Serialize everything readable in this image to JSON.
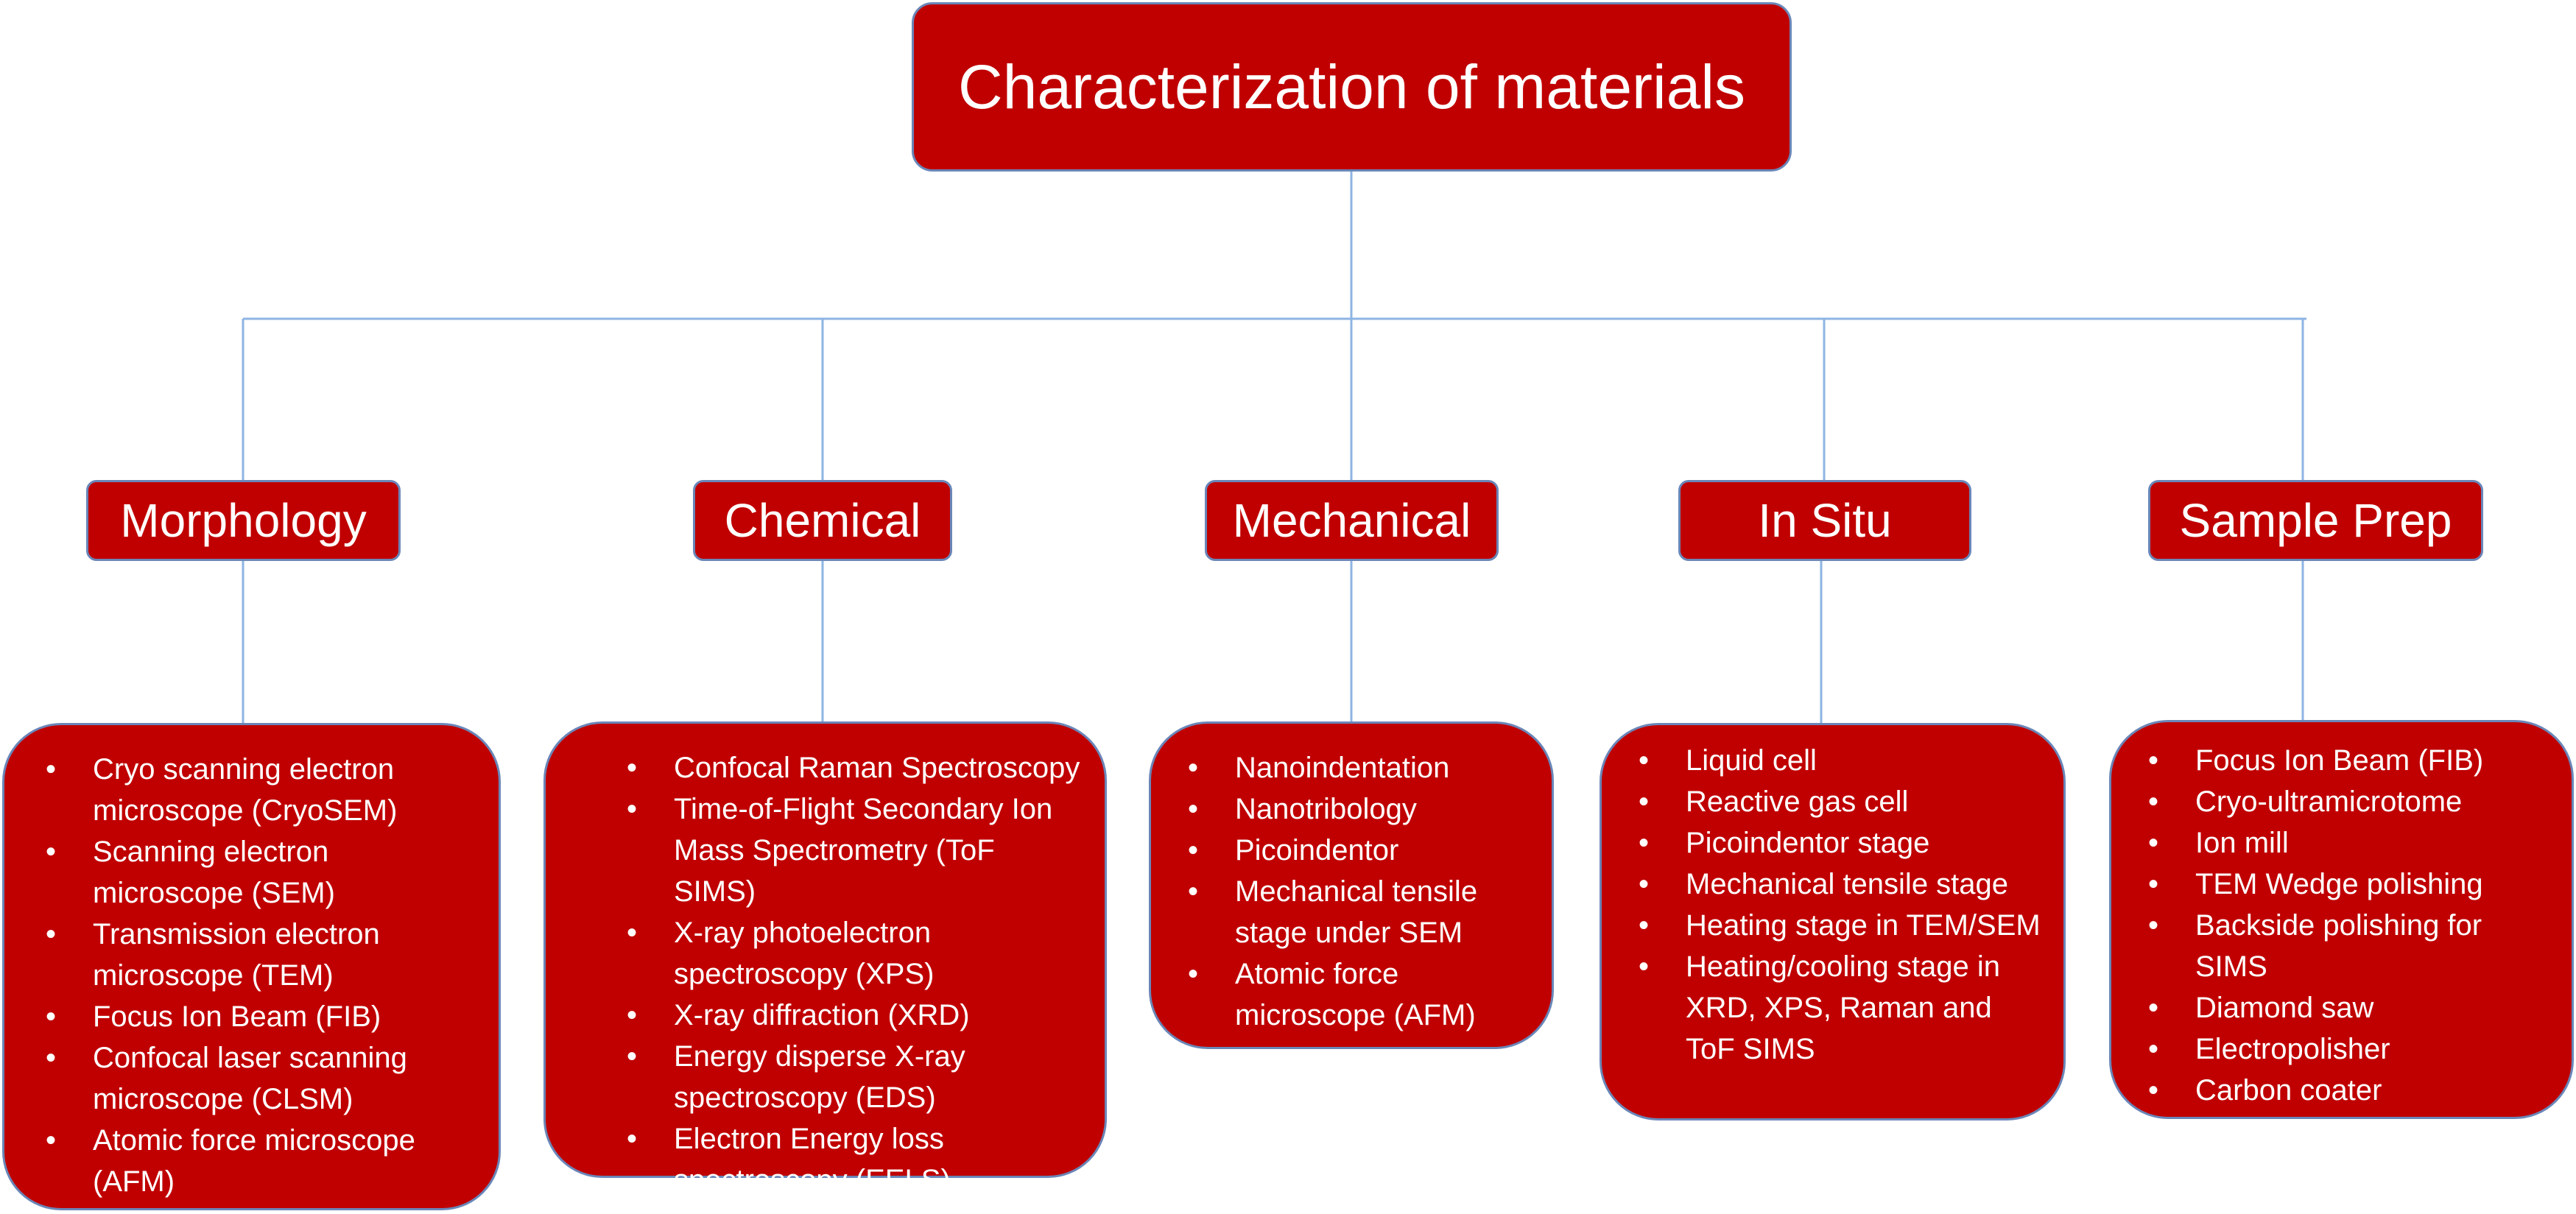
{
  "title": "Characterization of materials",
  "colors": {
    "box_fill": "#c00000",
    "box_border": "#6a86b8",
    "connector": "#8eb4e3",
    "text": "#ffffff"
  },
  "categories": [
    {
      "label": "Morphology",
      "items": [
        "Cryo scanning electron microscope (CryoSEM)",
        "Scanning electron microscope (SEM)",
        "Transmission electron microscope (TEM)",
        "Focus Ion Beam (FIB)",
        "Confocal laser scanning microscope (CLSM)",
        "Atomic force microscope (AFM)"
      ]
    },
    {
      "label": "Chemical",
      "items": [
        "Confocal Raman Spectroscopy",
        "Time-of-Flight Secondary Ion Mass Spectrometry (ToF SIMS)",
        "X-ray photoelectron spectroscopy (XPS)",
        "X-ray diffraction (XRD)",
        "Energy disperse X-ray spectroscopy (EDS)",
        "Electron Energy loss spectroscopy (EELS)"
      ]
    },
    {
      "label": "Mechanical",
      "items": [
        "Nanoindentation",
        "Nanotribology",
        "Picoindentor",
        "Mechanical tensile stage under SEM",
        "Atomic force microscope (AFM)"
      ]
    },
    {
      "label": "In Situ",
      "items": [
        "Liquid cell",
        "Reactive gas cell",
        "Picoindentor stage",
        "Mechanical tensile stage",
        "Heating stage in TEM/SEM",
        "Heating/cooling stage in XRD, XPS, Raman and ToF SIMS"
      ]
    },
    {
      "label": "Sample Prep",
      "items": [
        "Focus Ion Beam (FIB)",
        "Cryo-ultramicrotome",
        "Ion mill",
        "TEM Wedge polishing",
        "Backside polishing for SIMS",
        "Diamond saw",
        "Electropolisher",
        "Carbon coater"
      ]
    }
  ]
}
